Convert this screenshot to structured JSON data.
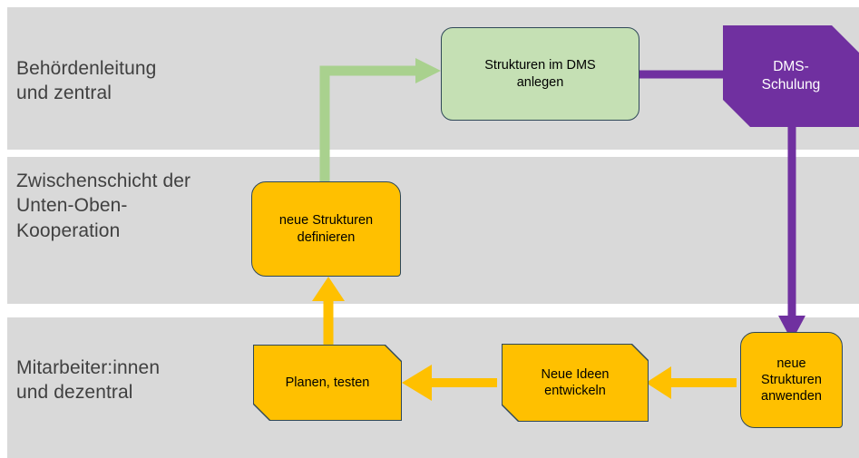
{
  "diagram": {
    "title": "Unten-Oben-Kooperation DMS Prozess",
    "background": "#ffffff",
    "band_color": "#d9d9d9",
    "colors": {
      "orange": "#ffc000",
      "green_box": "#c5e0b4",
      "green_arrow": "#a9d18e",
      "purple": "#7030a0",
      "outline": "#2f4858",
      "band": "#d9d9d9",
      "label_text": "#404040"
    }
  },
  "bands": [
    {
      "id": "band-leadership",
      "label": "Behördenleitung\nund zentral"
    },
    {
      "id": "band-middle",
      "label": "Zwischenschicht der\nUnten-Oben-\nKooperation"
    },
    {
      "id": "band-staff",
      "label": "Mitarbeiter:innen\nund dezentral"
    }
  ],
  "nodes": [
    {
      "id": "strukturen-im-dms-anlegen",
      "label": "Strukturen im DMS\nanlegen",
      "shape": "rounded-rectangle",
      "color": "#c5e0b4",
      "band": "band-leadership"
    },
    {
      "id": "dms-schulung",
      "label": "DMS-\nSchulung",
      "shape": "octagon",
      "color": "#7030a0",
      "band": "band-leadership"
    },
    {
      "id": "neue-strukturen-definieren",
      "label": "neue Strukturen\ndefinieren",
      "shape": "rounded-rectangle",
      "color": "#ffc000",
      "band": "band-middle"
    },
    {
      "id": "planen-testen",
      "label": "Planen, testen",
      "shape": "octagon",
      "color": "#ffc000",
      "band": "band-staff"
    },
    {
      "id": "neue-ideen-entwickeln",
      "label": "Neue Ideen\nentwickeln",
      "shape": "octagon",
      "color": "#ffc000",
      "band": "band-staff"
    },
    {
      "id": "neue-strukturen-anwenden",
      "label": "neue\nStrukturen\nanwenden",
      "shape": "rounded-rectangle",
      "color": "#ffc000",
      "band": "band-staff"
    }
  ],
  "connectors": [
    {
      "id": "definieren-to-anlegen",
      "from": "neue-strukturen-definieren",
      "to": "strukturen-im-dms-anlegen",
      "color": "#a9d18e",
      "arrowhead": "right"
    },
    {
      "id": "anlegen-to-schulung",
      "from": "strukturen-im-dms-anlegen",
      "to": "dms-schulung",
      "color": "#7030a0",
      "arrowhead": "none"
    },
    {
      "id": "schulung-to-anwenden",
      "from": "dms-schulung",
      "to": "neue-strukturen-anwenden",
      "color": "#7030a0",
      "arrowhead": "down"
    },
    {
      "id": "anwenden-to-ideen",
      "from": "neue-strukturen-anwenden",
      "to": "neue-ideen-entwickeln",
      "color": "#ffc000",
      "arrowhead": "left"
    },
    {
      "id": "ideen-to-planen",
      "from": "neue-ideen-entwickeln",
      "to": "planen-testen",
      "color": "#ffc000",
      "arrowhead": "left"
    },
    {
      "id": "planen-to-definieren",
      "from": "planen-testen",
      "to": "neue-strukturen-definieren",
      "color": "#ffc000",
      "arrowhead": "up"
    }
  ]
}
